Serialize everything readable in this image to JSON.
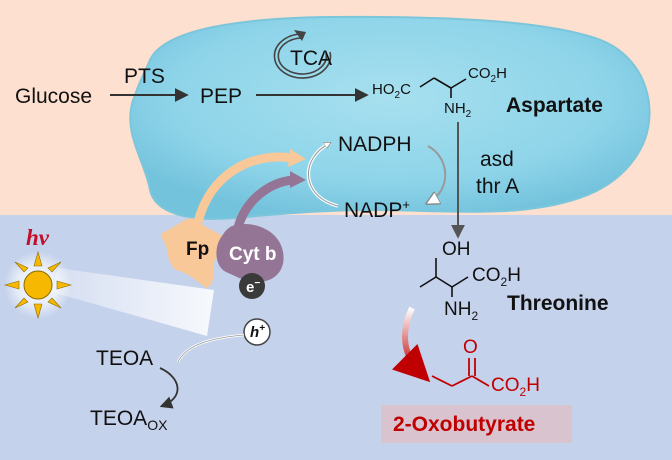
{
  "pathway": {
    "glucose": "Glucose",
    "pts": "PTS",
    "pep": "PEP",
    "tca": "TCA",
    "nadph": "NADPH",
    "nadp": "NADP",
    "nadp_sup": "+",
    "asd": "asd",
    "thra": "thr A"
  },
  "aspartate": {
    "name": "Aspartate",
    "ho2c_ho": "HO",
    "ho2c_2": "2",
    "ho2c_c": "C",
    "co2h": "CO",
    "co2h_2": "2",
    "co2h_h": "H",
    "nh": "NH",
    "nh_2": "2"
  },
  "threonine": {
    "name": "Threonine",
    "oh": "OH",
    "co2h": "CO",
    "co2h_2": "2",
    "co2h_h": "H",
    "nh": "NH",
    "nh_2": "2"
  },
  "product": {
    "o": "O",
    "co2h": "CO",
    "co2h_2": "2",
    "co2h_h": "H",
    "name": "2-Oxobutyrate"
  },
  "photo": {
    "hv": "hv",
    "fp": "Fp",
    "cytb": "Cyt b",
    "electron": "e",
    "electron_sup": "−",
    "hole": "h",
    "hole_sup": "+",
    "teoa": "TEOA",
    "teoa_ox": "TEOA",
    "teoa_ox_sub": "OX"
  },
  "colors": {
    "top_bg": "#fde0cf",
    "bottom_bg": "#c5d2ec",
    "cell": "#8ed4e9",
    "fp": "#f8c898",
    "cytb": "#957596",
    "sun": "#f6b800",
    "product_red": "#c00000",
    "label_box": "#d9c3cf",
    "hv_red": "#c0102a"
  }
}
